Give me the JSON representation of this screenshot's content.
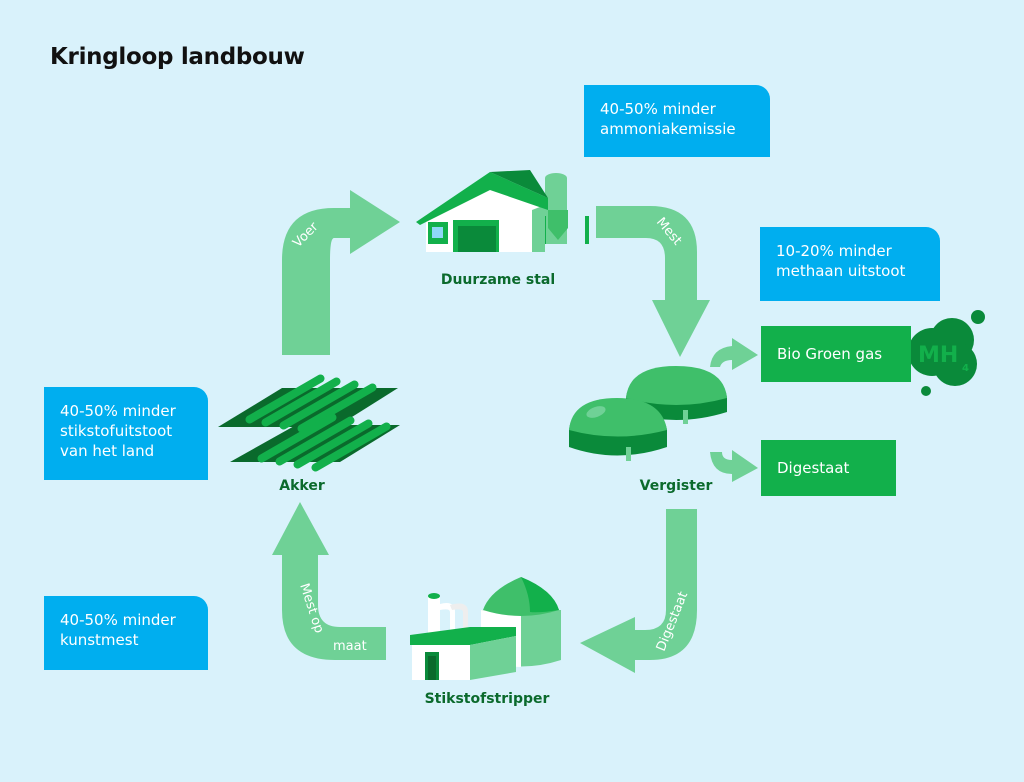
{
  "title": "Kringloop landbouw",
  "colors": {
    "background": "#d9f2fb",
    "info_box": "#00aeef",
    "output_box": "#12b04b",
    "arrow": "#6fd196",
    "label": "#0b6a2c",
    "dark_green": "#0a8a3a"
  },
  "info_boxes": [
    {
      "id": "ammonia",
      "lines": [
        "40-50% minder",
        "ammoniakemissie"
      ]
    },
    {
      "id": "methane",
      "lines": [
        "10-20% minder",
        "methaan uitstoot"
      ]
    },
    {
      "id": "nitrogen",
      "lines": [
        "40-50% minder",
        "stikstofuitstoot",
        "van het land"
      ]
    },
    {
      "id": "fertilizer",
      "lines": [
        "40-50% minder",
        "kunstmest"
      ]
    }
  ],
  "outputs": [
    {
      "id": "biogas",
      "label": "Bio Groen gas",
      "badge": "MH",
      "badge_sub": "4"
    },
    {
      "id": "digestate",
      "label": "Digestaat"
    }
  ],
  "nodes": {
    "stal": "Duurzame stal",
    "vergister": "Vergister",
    "akker": "Akker",
    "stripper": "Stikstofstripper"
  },
  "arrows": {
    "voer": "Voer",
    "mest": "Mest",
    "digestaat": "Digestaat",
    "mest_op_maat": "Mest op maat"
  }
}
